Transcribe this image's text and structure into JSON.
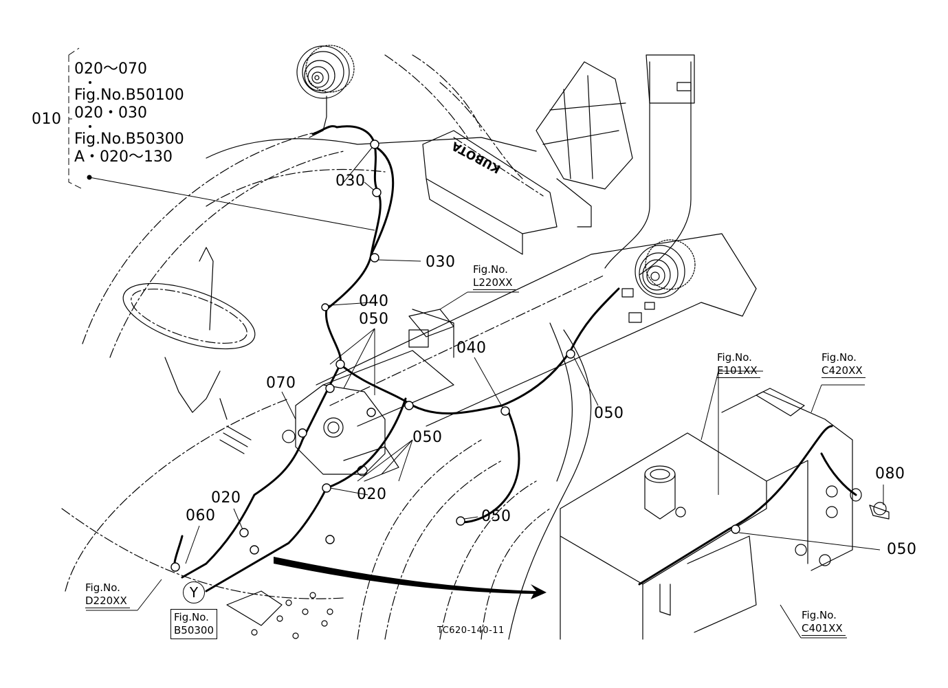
{
  "diagram": {
    "title_brand": "KUBOTA",
    "drawing_number": "TC620-140-11",
    "assembly": {
      "number": "010",
      "lines": [
        "020～070",
        "Fig.No.B50100",
        "020・030",
        "Fig.No.B50300",
        "A・020～130"
      ]
    },
    "callouts": [
      {
        "id": "030-upper",
        "text": "030"
      },
      {
        "id": "030-lower",
        "text": "030"
      },
      {
        "id": "040-left",
        "text": "040"
      },
      {
        "id": "050-left",
        "text": "050"
      },
      {
        "id": "070",
        "text": "070"
      },
      {
        "id": "040-right",
        "text": "040"
      },
      {
        "id": "050-center",
        "text": "050"
      },
      {
        "id": "050-fender",
        "text": "050"
      },
      {
        "id": "050-light-right",
        "text": "050"
      },
      {
        "id": "020-left",
        "text": "020"
      },
      {
        "id": "020-right",
        "text": "020"
      },
      {
        "id": "060",
        "text": "060"
      },
      {
        "id": "080",
        "text": "080"
      },
      {
        "id": "050-transmission",
        "text": "050"
      }
    ],
    "figure_refs": [
      {
        "id": "L220XX",
        "label": "Fig.No.",
        "number": "L220XX"
      },
      {
        "id": "E101XX",
        "label": "Fig.No.",
        "number": "E101XX"
      },
      {
        "id": "C420XX",
        "label": "Fig.No.",
        "number": "C420XX"
      },
      {
        "id": "D220XX",
        "label": "Fig.No.",
        "number": "D220XX"
      },
      {
        "id": "C401XX",
        "label": "Fig.No.",
        "number": "C401XX"
      }
    ],
    "connector_ref": {
      "symbol": "Y",
      "label": "Fig.No.",
      "number": "B50300"
    }
  }
}
